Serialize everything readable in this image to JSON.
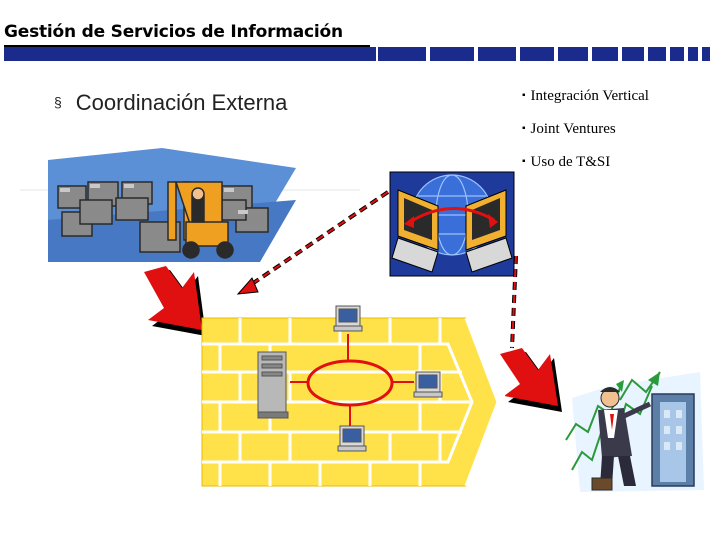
{
  "slide": {
    "title": "Gestión de Servicios de Información",
    "main_bullet": "Coordinación Externa",
    "bullet_marker": "§",
    "side_bullets": [
      "Integración Vertical",
      "Joint Ventures",
      "Uso de T&SI"
    ],
    "side_marker": "▪"
  },
  "colors": {
    "title_rule": "#000000",
    "header_blocks": "#1a2b8c",
    "network_panel": "#ffe24a",
    "network_ring": "#e01010",
    "arrow_red": "#e01010",
    "clip_bg": "#5b8fd6"
  },
  "icons": [
    "warehouse-forklift-icon",
    "computer-exchange-icon",
    "network-diagram-icon",
    "businessman-growth-icon"
  ]
}
